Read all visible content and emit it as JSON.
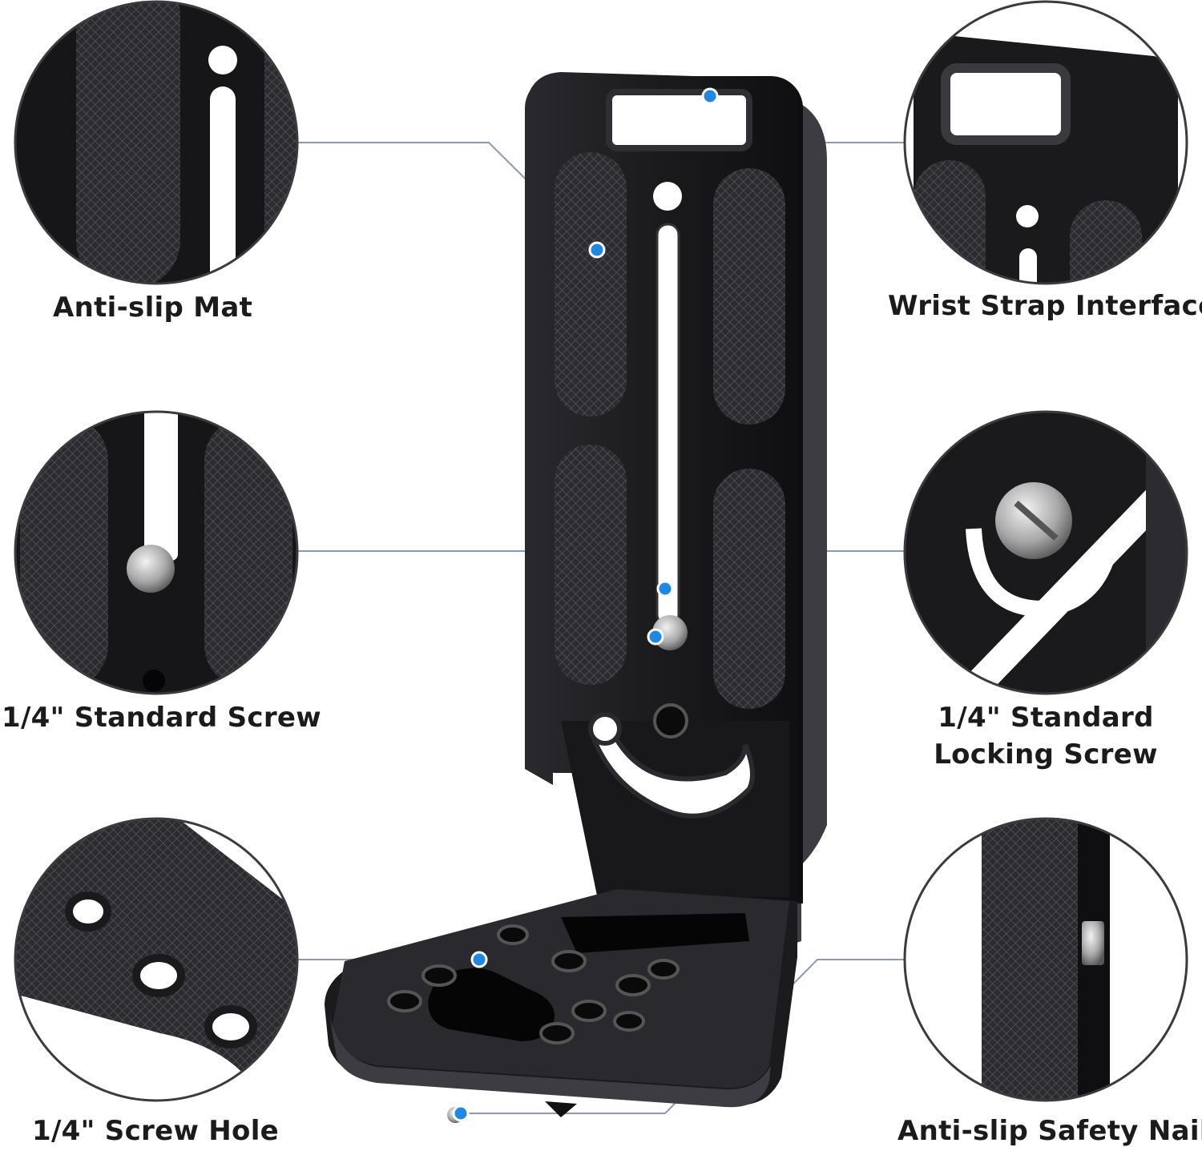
{
  "labels": {
    "anti_slip_mat": "Anti-slip Mat",
    "wrist_strap_interface": "Wrist Strap Interface",
    "standard_screw": "1/4\" Standard Screw",
    "standard_locking_screw_line1": "1/4\" Standard",
    "standard_locking_screw_line2": "Locking Screw",
    "screw_hole": "1/4\" Screw Hole",
    "anti_slip_safety_nail": "Anti-slip Safety Nail"
  },
  "colors": {
    "plate": "#1a1a1c",
    "plate_edge": "#3a3a3e",
    "knurl": "#4a4a4e",
    "accent_dot": "#1e88e5",
    "leader_line": "#8a9bb0",
    "text": "#1b1b1b"
  }
}
